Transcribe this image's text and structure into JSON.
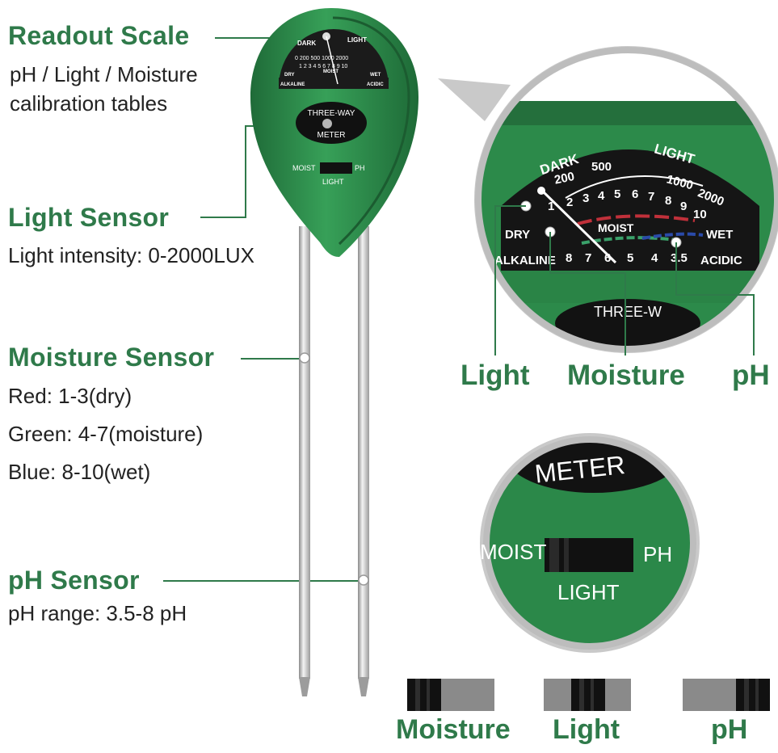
{
  "annotations": {
    "readout": {
      "title": "Readout Scale",
      "desc_line1": "pH / Light / Moisture",
      "desc_line2": "calibration tables"
    },
    "light": {
      "title": "Light Sensor",
      "desc": "Light intensity: 0-2000LUX"
    },
    "moisture": {
      "title": "Moisture Sensor",
      "red": "Red: 1-3(dry)",
      "green": "Green: 4-7(moisture)",
      "blue": "Blue: 8-10(wet)"
    },
    "ph": {
      "title": "pH Sensor",
      "desc": "pH range: 3.5-8 pH"
    }
  },
  "meter": {
    "brand_line1": "THREE-WAY",
    "brand_line2": "METER",
    "switch_left": "MOIST",
    "switch_right": "PH",
    "switch_bottom": "LIGHT"
  },
  "dial": {
    "dark": "DARK",
    "light": "LIGHT",
    "moist": "MOIST",
    "dry": "DRY",
    "wet": "WET",
    "alkaline": "ALKALINE",
    "acidic": "ACIDIC",
    "lux_ticks": [
      "200",
      "500",
      "1000",
      "2000"
    ],
    "moist_ticks": [
      "1",
      "2",
      "3",
      "4",
      "5",
      "6",
      "7",
      "8",
      "9",
      "10"
    ],
    "ph_ticks": [
      "8",
      "7",
      "6",
      "5",
      "4",
      "3.5"
    ],
    "brand_partial": "THREE-W"
  },
  "zoom_callouts": {
    "light": "Light",
    "moisture": "Moisture",
    "ph": "pH"
  },
  "zoom_switch": {
    "meter": "METER",
    "moist": "MOIST",
    "ph": "PH",
    "light": "LIGHT"
  },
  "switch_positions": {
    "moisture": "Moisture",
    "light": "Light",
    "ph": "pH"
  },
  "colors": {
    "brand_green": "#2f7a4a",
    "body_green": "#2e8748",
    "dry_red": "#c0303a",
    "moist_green": "#3aa16a",
    "wet_blue": "#2a4aa8"
  }
}
